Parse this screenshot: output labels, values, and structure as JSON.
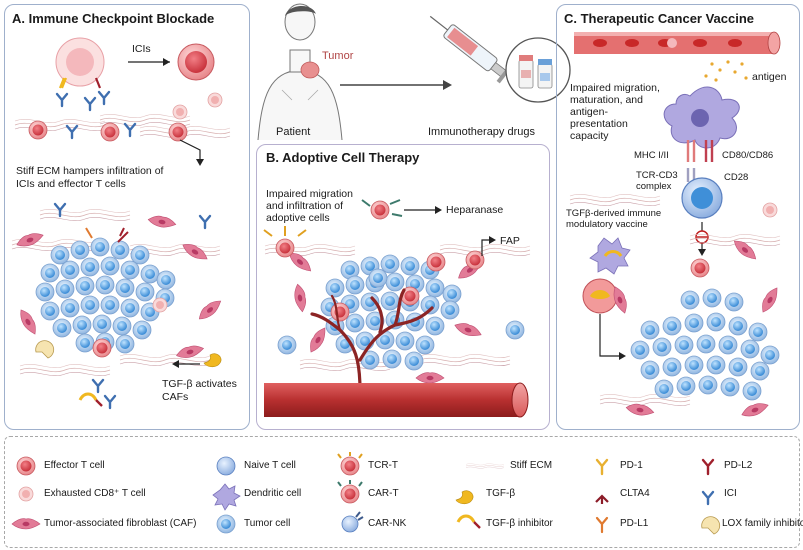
{
  "panels": {
    "a": {
      "title": "A.  Immune Checkpoint Blockade",
      "icis": "ICIs",
      "stiff_ecm_1": "Stiff ECM hampers infiltration of",
      "stiff_ecm_2": "ICIs and effector T cells",
      "tgf_1": "TGF-β activates",
      "tgf_2": "CAFs"
    },
    "b": {
      "title": "B.  Adoptive Cell Therapy",
      "impaired_1": "Impaired migration",
      "impaired_2": "and infiltration of",
      "impaired_3": "adoptive cells",
      "heparanase": "Heparanase",
      "fap": "FAP"
    },
    "c": {
      "title": "C.  Therapeutic Cancer Vaccine",
      "antigen": "antigen",
      "impaired_1": "Impaired migration,",
      "impaired_2": "maturation, and",
      "impaired_3": "antigen-",
      "impaired_4": "presentation",
      "impaired_5": "capacity",
      "mhc": "MHC I/II",
      "cd80": "CD80/CD86",
      "tcr_1": "TCR-CD3",
      "tcr_2": "complex",
      "cd28": "CD28",
      "vaccine_1": "TGFβ-derived immune",
      "vaccine_2": "modulatory vaccine"
    }
  },
  "center": {
    "tumor": "Tumor",
    "patient": "Patient",
    "drugs": "Immunotherapy drugs"
  },
  "legend": [
    {
      "label": "Effector T cell",
      "icon": "effector-t-cell"
    },
    {
      "label": "Exhausted CD8⁺ T cell",
      "icon": "exhausted-cd8-t-cell"
    },
    {
      "label": "Tumor-associated fibroblast (CAF)",
      "icon": "caf"
    },
    {
      "label": "Naive T cell",
      "icon": "naive-t-cell"
    },
    {
      "label": "Dendritic cell",
      "icon": "dendritic-cell"
    },
    {
      "label": "Tumor cell",
      "icon": "tumor-cell"
    },
    {
      "label": "TCR-T",
      "icon": "tcr-t"
    },
    {
      "label": "CAR-T",
      "icon": "car-t"
    },
    {
      "label": "CAR-NK",
      "icon": "car-nk"
    },
    {
      "label": "Stiff ECM",
      "icon": "stiff-ecm"
    },
    {
      "label": "TGF-β",
      "icon": "tgf-beta"
    },
    {
      "label": "TGF-β inhibitor",
      "icon": "tgf-beta-inhibitor"
    },
    {
      "label": "PD-1",
      "icon": "pd-1"
    },
    {
      "label": "CLTA4",
      "icon": "clta4"
    },
    {
      "label": "PD-L1",
      "icon": "pd-l1"
    },
    {
      "label": "PD-L2",
      "icon": "pd-l2"
    },
    {
      "label": "ICI",
      "icon": "ici"
    },
    {
      "label": "LOX family inhibitors",
      "icon": "lox-inhibitor"
    }
  ],
  "colors": {
    "effector": "#e0505a",
    "exhausted": "#f2b8b8",
    "caf": "#e06c8c",
    "naive": "#8fb8e8",
    "tumor": "#9cc8ee",
    "tgf": "#f0b820",
    "vessel": "#c84040",
    "ici": "#3f6fb0"
  }
}
